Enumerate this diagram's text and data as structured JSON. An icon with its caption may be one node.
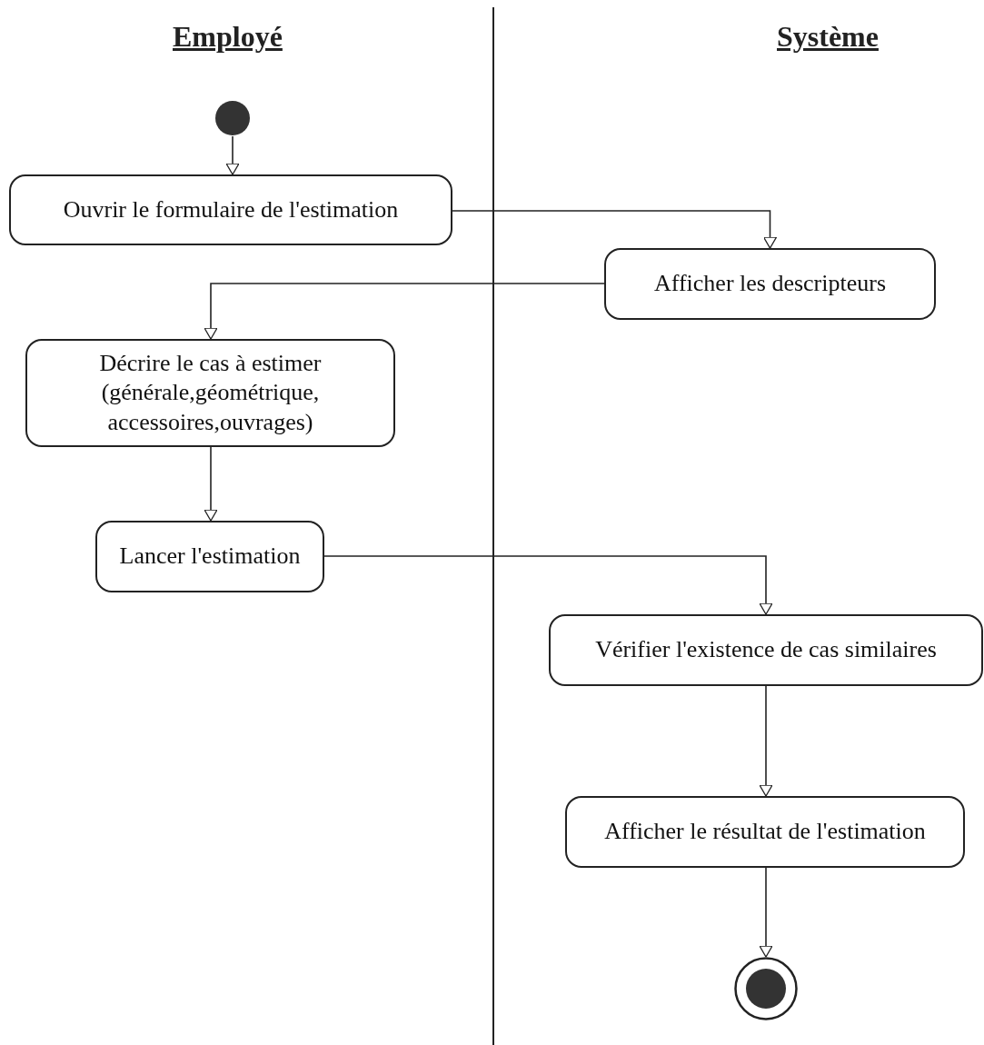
{
  "diagram": {
    "nodes": [
      {
        "text": [],
        "shape": "circle"
      },
      {
        "text": [
          "Ouvrir le formulaire de l'estimation"
        ]
      },
      {
        "text": [
          "Afficher les descripteurs"
        ]
      },
      {
        "text": [
          "Décrire le cas à estimer (générale,géométrique, accessoires,ouvrages)"
        ]
      },
      {
        "text": [
          "Lancer l'estimation"
        ]
      },
      {
        "text": [
          "Vérifier l'existence de cas similaires"
        ]
      },
      {
        "text": [
          "Afficher le résultat de l'estimation"
        ]
      },
      {
        "text": [],
        "shape": "circle"
      }
    ],
    "edges": [
      {
        "from": 0,
        "to": 1,
        "arrow": "to"
      },
      {
        "from": 1,
        "to": 2,
        "arrow": "to"
      },
      {
        "from": 2,
        "to": 3,
        "arrow": "to"
      },
      {
        "from": 3,
        "to": 4,
        "arrow": "to"
      },
      {
        "from": 4,
        "to": 5,
        "arrow": "to"
      },
      {
        "from": 5,
        "to": 6,
        "arrow": "to"
      },
      {
        "from": 6,
        "to": 7,
        "arrow": "to"
      }
    ],
    "labels": [
      "Employé",
      "Système"
    ]
  }
}
